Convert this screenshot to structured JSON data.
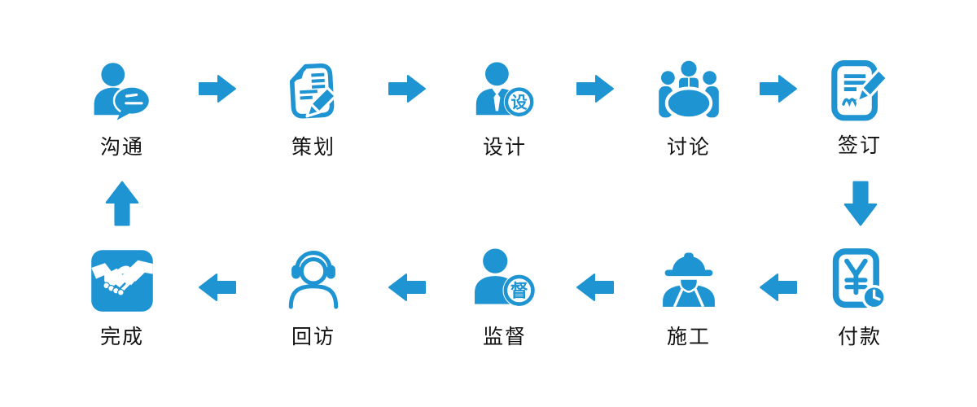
{
  "diagram": {
    "name": "service-process-flow",
    "accent_color": "#1e94d2",
    "background_color": "#ffffff",
    "text_color": "#111111",
    "steps": [
      {
        "label": "沟通",
        "icon": "person-chat-icon"
      },
      {
        "label": "策划",
        "icon": "document-pencil-icon"
      },
      {
        "label": "设计",
        "icon": "designer-badge-icon",
        "badge_char": "设"
      },
      {
        "label": "讨论",
        "icon": "meeting-table-icon"
      },
      {
        "label": "签订",
        "icon": "contract-pen-icon"
      },
      {
        "label": "付款",
        "icon": "payment-clock-icon"
      },
      {
        "label": "施工",
        "icon": "construction-worker-icon"
      },
      {
        "label": "监督",
        "icon": "supervisor-badge-icon",
        "badge_char": "督"
      },
      {
        "label": "回访",
        "icon": "headset-person-icon"
      },
      {
        "label": "完成",
        "icon": "handshake-icon"
      }
    ]
  }
}
